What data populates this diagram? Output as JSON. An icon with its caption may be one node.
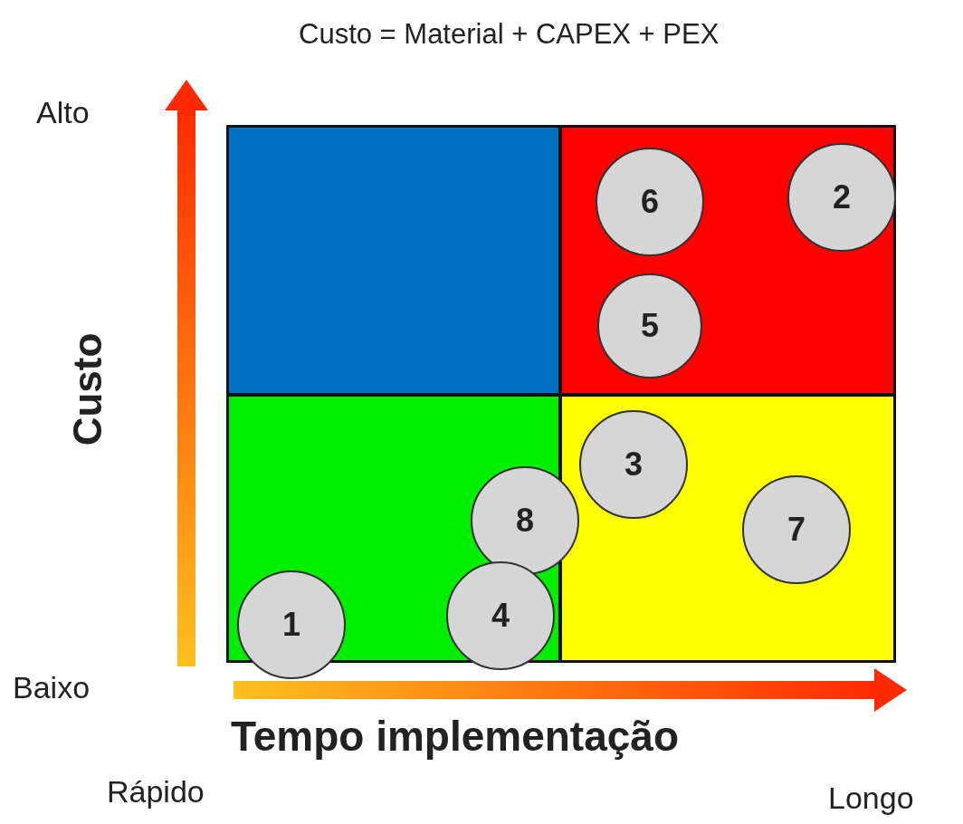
{
  "diagram": {
    "title": "Custo = Material + CAPEX + PEX",
    "nodes": [
      {
        "text": [],
        "shape": "box"
      },
      {
        "text": [],
        "shape": "box"
      },
      {
        "text": [],
        "shape": "box"
      },
      {
        "text": [],
        "shape": "box"
      },
      {
        "text": [
          "6"
        ],
        "in": 1
      },
      {
        "text": [
          "2"
        ],
        "in": 1
      },
      {
        "text": [
          "5"
        ],
        "in": 1
      },
      {
        "text": [
          "3"
        ],
        "in": 3
      },
      {
        "text": [
          "8"
        ]
      },
      {
        "text": [
          "7"
        ],
        "in": 3
      },
      {
        "text": [
          "1"
        ]
      },
      {
        "text": [
          "4"
        ]
      }
    ],
    "edges": [],
    "labels": [
      "Alto",
      "Custo",
      "Baixo",
      "Tempo implementação",
      "Rápido",
      "Longo"
    ]
  }
}
